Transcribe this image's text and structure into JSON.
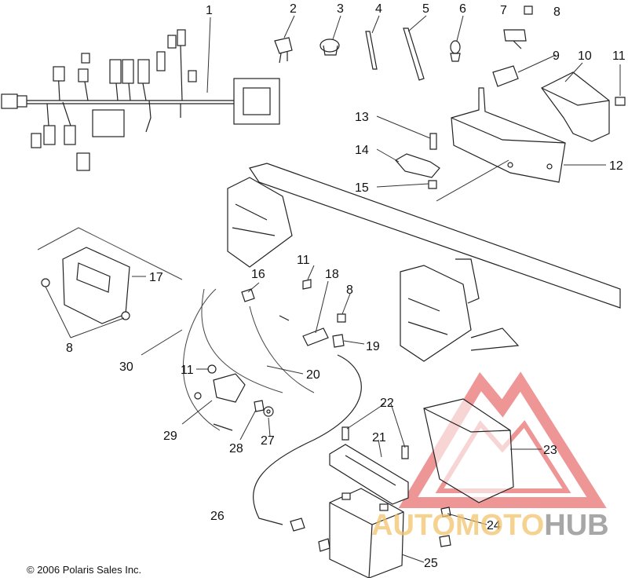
{
  "diagram": {
    "copyright": "© 2006 Polaris Sales Inc.",
    "callouts": [
      "1",
      "2",
      "3",
      "4",
      "5",
      "6",
      "7",
      "8",
      "9",
      "10",
      "11",
      "11",
      "12",
      "13",
      "14",
      "15",
      "16",
      "17",
      "18",
      "8",
      "19",
      "8",
      "30",
      "20",
      "11",
      "29",
      "28",
      "27",
      "22",
      "21",
      "23",
      "24",
      "25",
      "26"
    ],
    "watermark": {
      "word_a": "AUTOMOTO",
      "word_b": "HUB"
    },
    "colors": {
      "line": "#222222",
      "watermark_red": "#e86a6a",
      "watermark_gold": "#f2c46b",
      "watermark_grey": "#8a8a8a"
    }
  }
}
